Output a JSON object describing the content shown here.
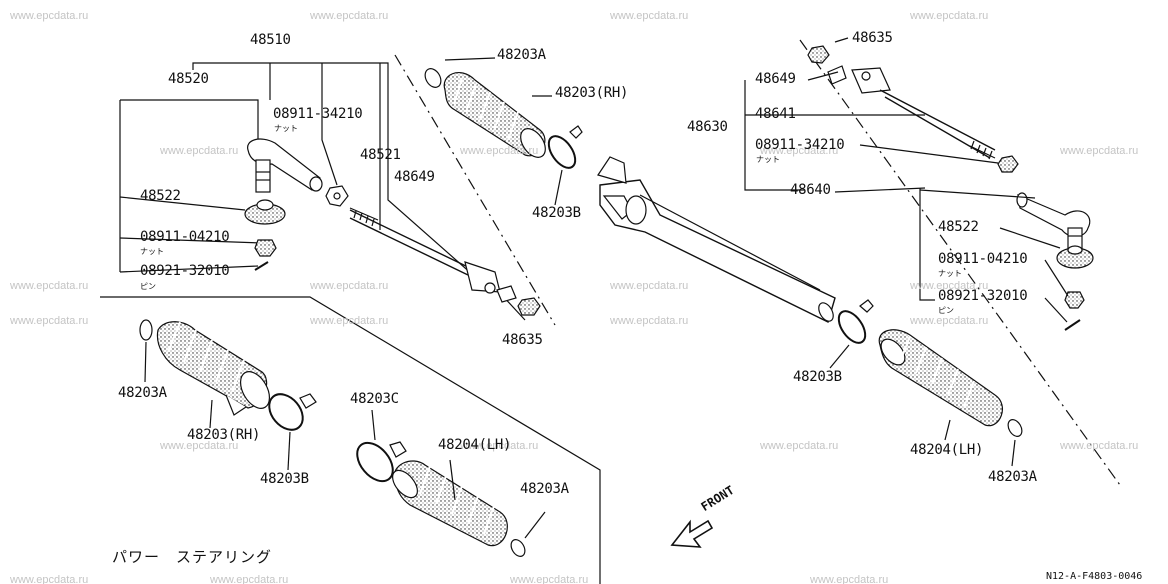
{
  "watermark": "www.epcdata.ru",
  "title": "パワー　ステアリング",
  "reference": "N12-A-F4803-0046",
  "front_label": "FRONT",
  "nut_sub": "ナット",
  "pin_sub": "ピン",
  "parts": {
    "p48510": "48510",
    "p48520": "48520",
    "p08911_34210_left": "08911-34210",
    "p48521": "48521",
    "p48649_left": "48649",
    "p48203A_top": "48203A",
    "p48203RH_top": "48203(RH)",
    "p48522_left": "48522",
    "p08911_04210_left": "08911-04210",
    "p08921_32010_left": "08921-32010",
    "p48203B_mid": "48203B",
    "p48635_left": "48635",
    "p48635_right": "48635",
    "p48649_right": "48649",
    "p48641": "48641",
    "p48630": "48630",
    "p08911_34210_right": "08911-34210",
    "p48640": "48640",
    "p48522_right": "48522",
    "p08911_04210_right": "08911-04210",
    "p08921_32010_right": "08921-32010",
    "p48203B_right": "48203B",
    "p48204LH_right": "48204(LH)",
    "p48203A_right": "48203A",
    "p48203A_inset": "48203A",
    "p48203RH_inset": "48203(RH)",
    "p48203B_inset": "48203B",
    "p48203C_inset": "48203C",
    "p48204LH_inset": "48204(LH)",
    "p48203A_inset2": "48203A"
  }
}
